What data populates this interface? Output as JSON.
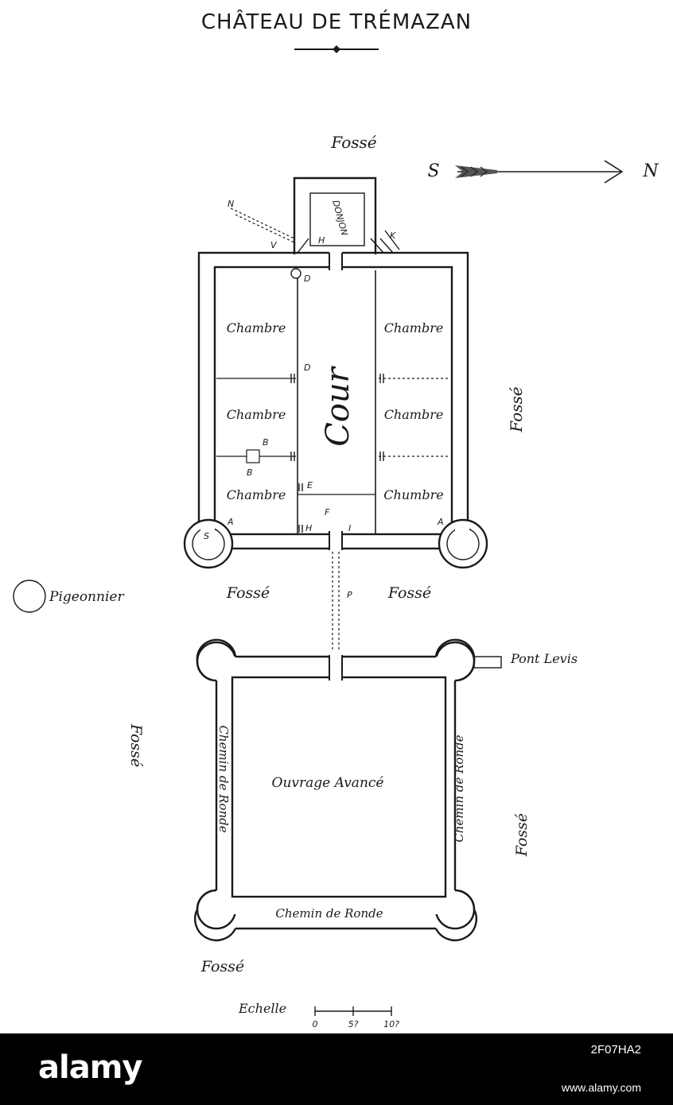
{
  "title": "CHÂTEAU DE TRÉMAZAN",
  "labels": {
    "fosse": "Fossé",
    "chambre": "Chambre",
    "chambre_variant": "Chumbre",
    "cour": "Cour",
    "donjon": "DONJON",
    "pigeonnier": "Pigeonnier",
    "pont_levis": "Pont Levis",
    "chemin_de_ronde": "Chemin de Ronde",
    "ouvrage_avance": "Ouvrage Avancé",
    "echelle": "Echelle"
  },
  "compass": {
    "south": "S",
    "north": "N"
  },
  "letters": {
    "a": "A",
    "b": "B",
    "d": "D",
    "e": "E",
    "f": "F",
    "h": "H",
    "i": "I",
    "k": "K",
    "n": "N",
    "p": "P",
    "s": "S",
    "v": "V"
  },
  "scale": {
    "ticks": [
      "0",
      "5?",
      "10?"
    ]
  },
  "footer": {
    "brand": "alamy",
    "image_id": "2F07HA2",
    "url": "www.alamy.com"
  }
}
